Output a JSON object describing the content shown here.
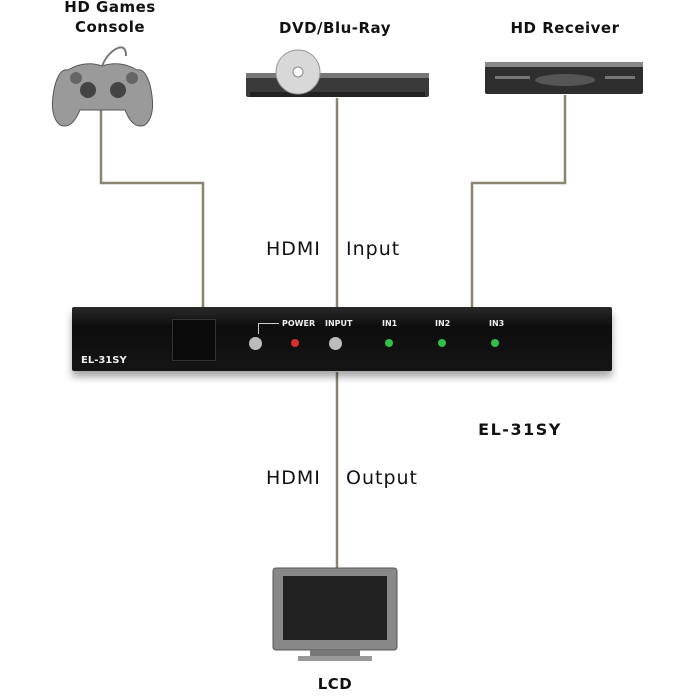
{
  "sources": [
    {
      "label_line1": "HD Games",
      "label_line2": "Console"
    },
    {
      "label": "DVD/Blu-Ray"
    },
    {
      "label": "HD Receiver"
    }
  ],
  "hdmi_input": {
    "word1": "HDMI",
    "word2": "Input"
  },
  "hdmi_output": {
    "word1": "HDMI",
    "word2": "Output"
  },
  "device": {
    "model_front": "EL-31SY",
    "model_label": "EL-31SY",
    "panel": {
      "power": "POWER",
      "input": "INPUT",
      "in1": "IN1",
      "in2": "IN2",
      "in3": "IN3"
    },
    "colors": {
      "power_led": "#d83030",
      "input_led": "#2fbf4a"
    }
  },
  "display": {
    "label": "LCD"
  }
}
